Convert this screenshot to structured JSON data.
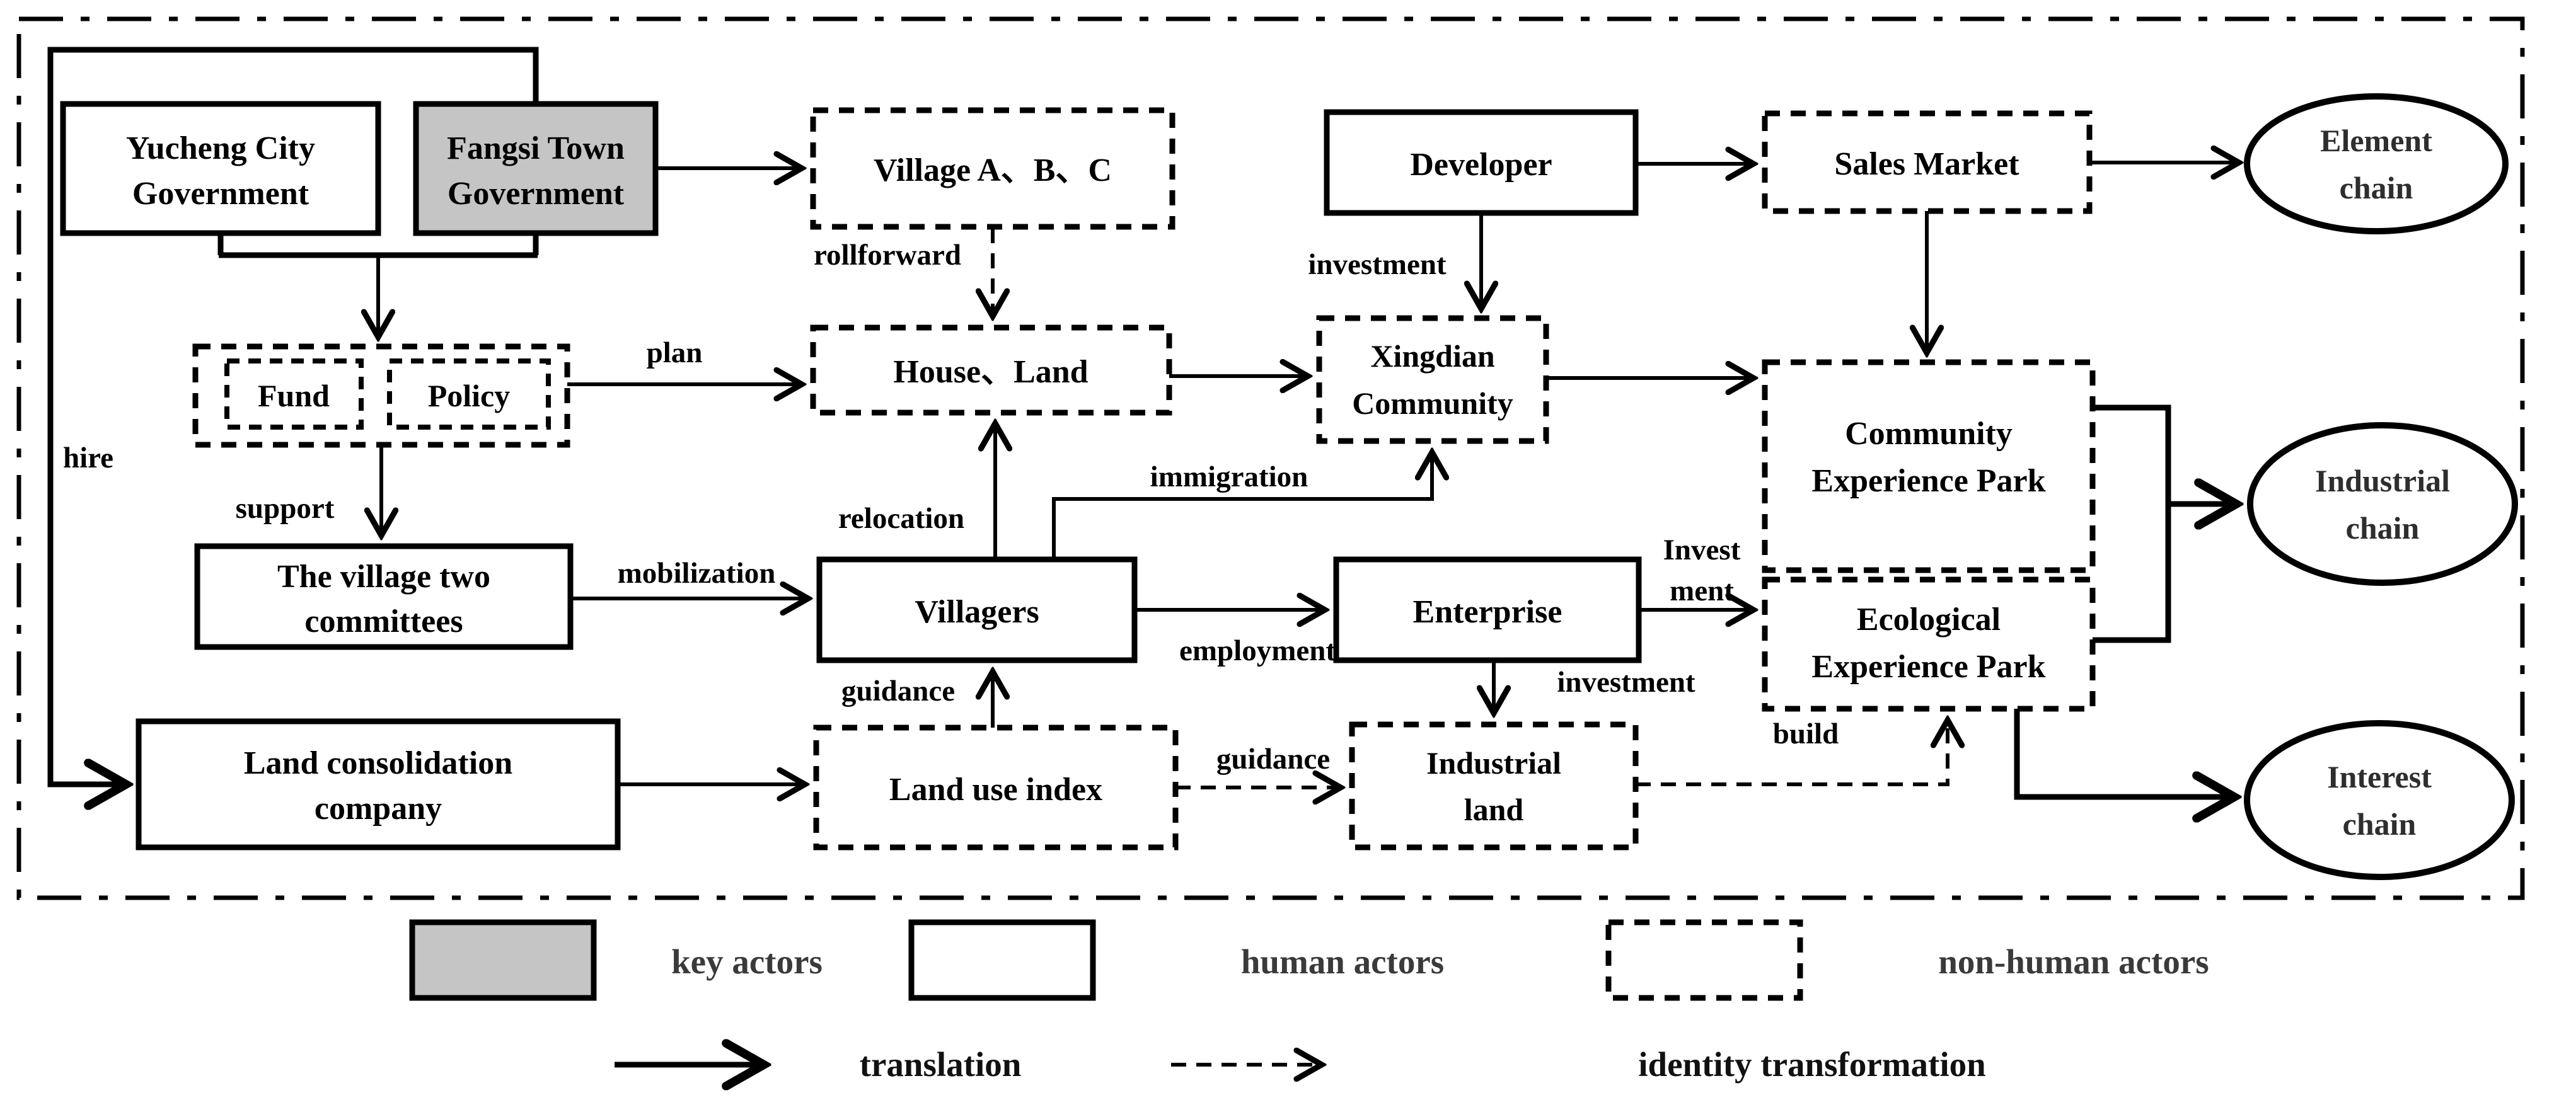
{
  "nodes": {
    "yucheng": {
      "lines": [
        "Yucheng City",
        "Government"
      ],
      "type": "human"
    },
    "fangsi": {
      "lines": [
        "Fangsi Town",
        "Government"
      ],
      "type": "key"
    },
    "village_abc": {
      "label": "Village A、B、C",
      "type": "non-human"
    },
    "developer": {
      "label": "Developer",
      "type": "human"
    },
    "sales_market": {
      "label": "Sales Market",
      "type": "non-human"
    },
    "element_chain": {
      "lines": [
        "Element",
        "chain"
      ],
      "type": "chain"
    },
    "fund": {
      "label": "Fund",
      "type": "non-human"
    },
    "policy": {
      "label": "Policy",
      "type": "non-human"
    },
    "house_land": {
      "label": "House、Land",
      "type": "non-human"
    },
    "xingdian": {
      "lines": [
        "Xingdian",
        "Community"
      ],
      "type": "non-human"
    },
    "community_park": {
      "lines": [
        "Community",
        "Experience Park"
      ],
      "type": "non-human"
    },
    "industrial_chain": {
      "lines": [
        "Industrial",
        "chain"
      ],
      "type": "chain"
    },
    "committees": {
      "lines": [
        "The village two",
        "committees"
      ],
      "type": "human"
    },
    "villagers": {
      "label": "Villagers",
      "type": "human"
    },
    "enterprise": {
      "label": "Enterprise",
      "type": "human"
    },
    "ecological_park": {
      "lines": [
        "Ecological",
        "Experience Park"
      ],
      "type": "non-human"
    },
    "land_company": {
      "lines": [
        "Land consolidation",
        "company"
      ],
      "type": "human"
    },
    "land_use_index": {
      "label": "Land use index",
      "type": "non-human"
    },
    "industrial_land": {
      "lines": [
        "Industrial",
        "land"
      ],
      "type": "non-human"
    },
    "interest_chain": {
      "lines": [
        "Interest",
        "chain"
      ],
      "type": "chain"
    }
  },
  "edge_labels": {
    "hire": "hire",
    "support": "support",
    "plan": "plan",
    "rollforward": "rollforward",
    "mobilization": "mobilization",
    "relocation": "relocation",
    "immigration": "immigration",
    "investment_developer": "investment",
    "employment": "employment",
    "invest_line1": "Invest",
    "invest_line2": "ment",
    "investment_enterprise": "investment",
    "guidance_villagers": "guidance",
    "guidance_industrial": "guidance",
    "build": "build"
  },
  "legend": {
    "key_actors": "key actors",
    "human_actors": "human actors",
    "non_human_actors": "non-human actors",
    "translation": "translation",
    "identity_transformation": "identity transformation"
  },
  "colors": {
    "key_actor_fill": "#c5c5c5",
    "line": "#000000",
    "background": "#ffffff"
  }
}
